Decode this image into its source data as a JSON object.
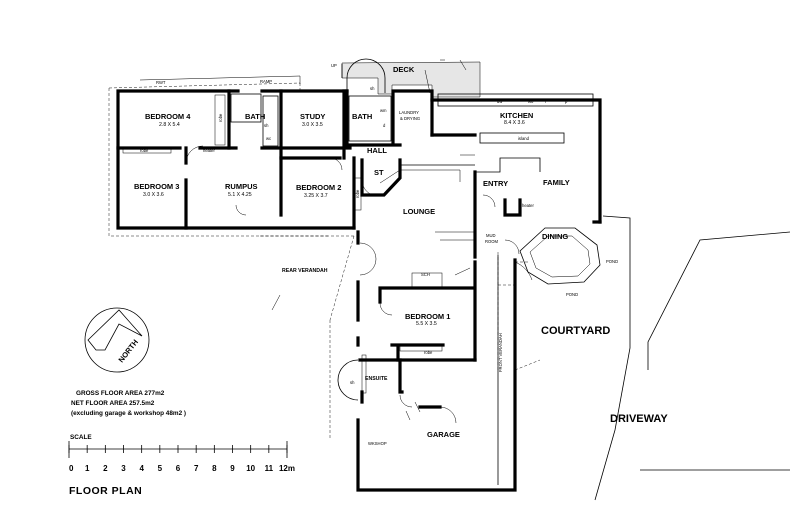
{
  "plan": {
    "title": "FLOOR PLAN",
    "areas": {
      "gross": "GROSS FLOOR AREA  277m2",
      "net": "NET FLOOR AREA  257.5m2",
      "excluding": "(excluding garage & workshop  48m2 )"
    },
    "north": "NORTH",
    "scale": {
      "label": "SCALE",
      "ticks": [
        "0",
        "1",
        "2",
        "3",
        "4",
        "5",
        "6",
        "7",
        "8",
        "9",
        "10",
        "11",
        "12m"
      ]
    },
    "rooms": {
      "bedroom4": {
        "name": "BEDROOM 4",
        "dim": "2.8 X 5.4"
      },
      "bath1": {
        "name": "BATH"
      },
      "study": {
        "name": "STUDY",
        "dim": "3.0 X 3.5"
      },
      "bath2": {
        "name": "BATH"
      },
      "laundry": {
        "name1": "LAUNDRY",
        "name2": "& DRYING"
      },
      "kitchen": {
        "name": "KITCHEN",
        "dim": "8.4 X 3.6"
      },
      "hall": {
        "name": "HALL"
      },
      "st": {
        "name": "ST"
      },
      "bedroom3": {
        "name": "BEDROOM 3",
        "dim": "3.0 X 3.6"
      },
      "rumpus": {
        "name": "RUMPUS",
        "dim": "5.1 X 4.25"
      },
      "bedroom2": {
        "name": "BEDROOM 2",
        "dim": "3.25 X 3.7"
      },
      "entry": {
        "name": "ENTRY"
      },
      "family": {
        "name": "FAMILY"
      },
      "lounge": {
        "name": "LOUNGE"
      },
      "mudroom": {
        "name1": "MUD",
        "name2": "ROOM"
      },
      "dining": {
        "name": "DINING"
      },
      "bedroom1": {
        "name": "BEDROOM 1",
        "dim": "5.5 X 3.5"
      },
      "ensuite": {
        "name": "ENSUITE"
      },
      "garage": {
        "name": "GARAGE"
      },
      "wkshop": {
        "name": "WKSHOP"
      }
    },
    "outdoor": {
      "deck": "DECK",
      "up": "UP",
      "rwt": "RWT",
      "ramp": "RAMP",
      "rear_verandah": "REAR VERANDAH",
      "courtyard": "COURTYARD",
      "driveway": "DRIVEWAY",
      "front_verandah": "FRONT VERANDAH",
      "pond1": "POND",
      "pond2": "POND"
    },
    "fixtures": {
      "robe1": "robe",
      "robe2": "robe",
      "robe3": "robe",
      "robe4": "robe",
      "heater1": "heater",
      "heater2": "heater",
      "sh1": "sh",
      "sh2": "sh",
      "sh3": "sh",
      "wc": "wc",
      "sch": "SCH",
      "dw": "dw",
      "wo": "wo",
      "fridge": "f",
      "pantry": "p",
      "island": "island",
      "wm": "wm",
      "dryer": "d"
    }
  }
}
